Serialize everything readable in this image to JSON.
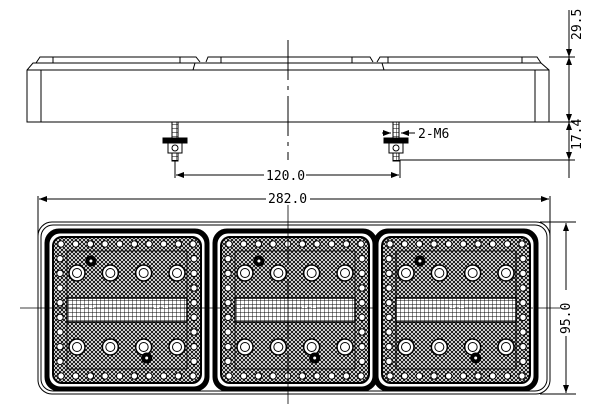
{
  "side_view": {
    "height_dim": "29.5",
    "stud_dim": "17.4",
    "thread_label": "2-M6",
    "stud_spacing": "120.0"
  },
  "front_view": {
    "width_dim": "282.0",
    "height_dim": "95.0",
    "module_count": 3
  },
  "colors": {
    "line": "#000000",
    "background": "#ffffff"
  }
}
